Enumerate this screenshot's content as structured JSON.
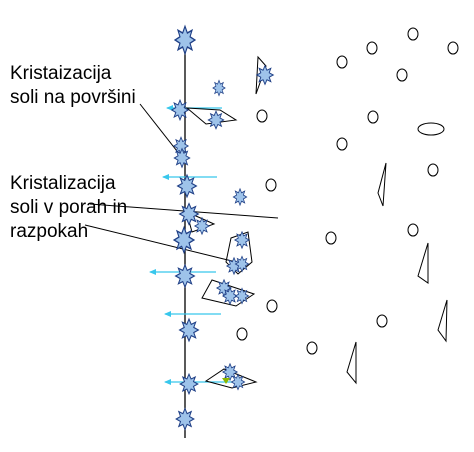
{
  "labels": {
    "surface_crystallization": [
      "Kristaizacija",
      "soli na površini"
    ],
    "pore_crystallization": [
      "Kristalizacija",
      "soli v porah in",
      "razpokah"
    ]
  },
  "colors": {
    "crystal_fill": "#9ec3ea",
    "crystal_stroke": "#1f3f86",
    "arrow": "#38c7ec",
    "line": "#000000",
    "outline": "#000000",
    "accent": "#8ab800"
  }
}
